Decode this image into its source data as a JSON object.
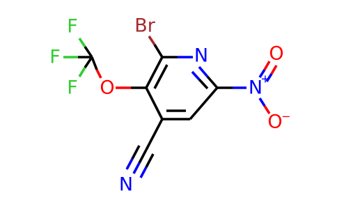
{
  "structure": {
    "atoms": {
      "Br": "Br",
      "N_ring": "N",
      "N_nitro": "N",
      "O_top": "O",
      "O_bottom": "O",
      "O_ether": "O",
      "F1": "F",
      "F2": "F",
      "F3": "F",
      "N_nitrile": "N"
    },
    "charges": {
      "N_nitro": "+",
      "O_bottom": "−"
    }
  },
  "colors": {
    "carbon_bond": "#000000",
    "bromine": "#a52a2a",
    "nitrogen": "#0000ff",
    "oxygen": "#ff0000",
    "fluorine": "#33cc33"
  }
}
